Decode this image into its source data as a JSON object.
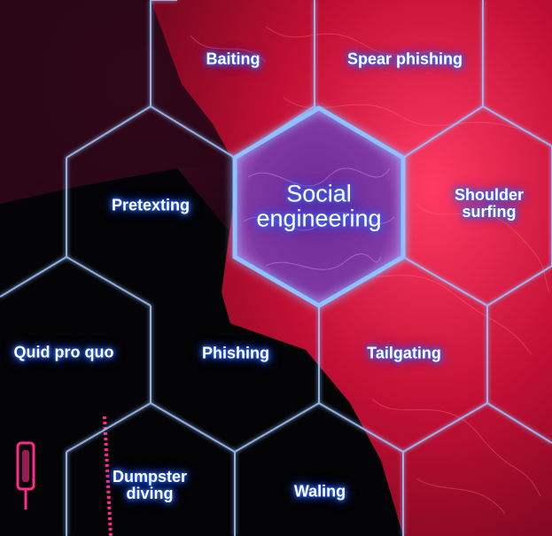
{
  "image": {
    "center_label_line1": "Social",
    "center_label_line2": "engineering",
    "labels": {
      "baiting": "Baiting",
      "spear_phishing": "Spear phishing",
      "pretexting": "Pretexting",
      "shoulder_surfing_line1": "Shoulder",
      "shoulder_surfing_line2": "surfing",
      "quid_pro_quo": "Quid pro quo",
      "phishing": "Phishing",
      "tailgating": "Tailgating",
      "dumpster_diving_line1": "Dumpster",
      "dumpster_diving_line2": "diving",
      "waling": "Waling"
    },
    "colors": {
      "background_dark": "#050507",
      "red_texture": "#d3123b",
      "hex_glow": "#7fb3ff",
      "center_hex_fill": "#7a3aa8",
      "zipper_pink": "#ff2b8a"
    }
  }
}
